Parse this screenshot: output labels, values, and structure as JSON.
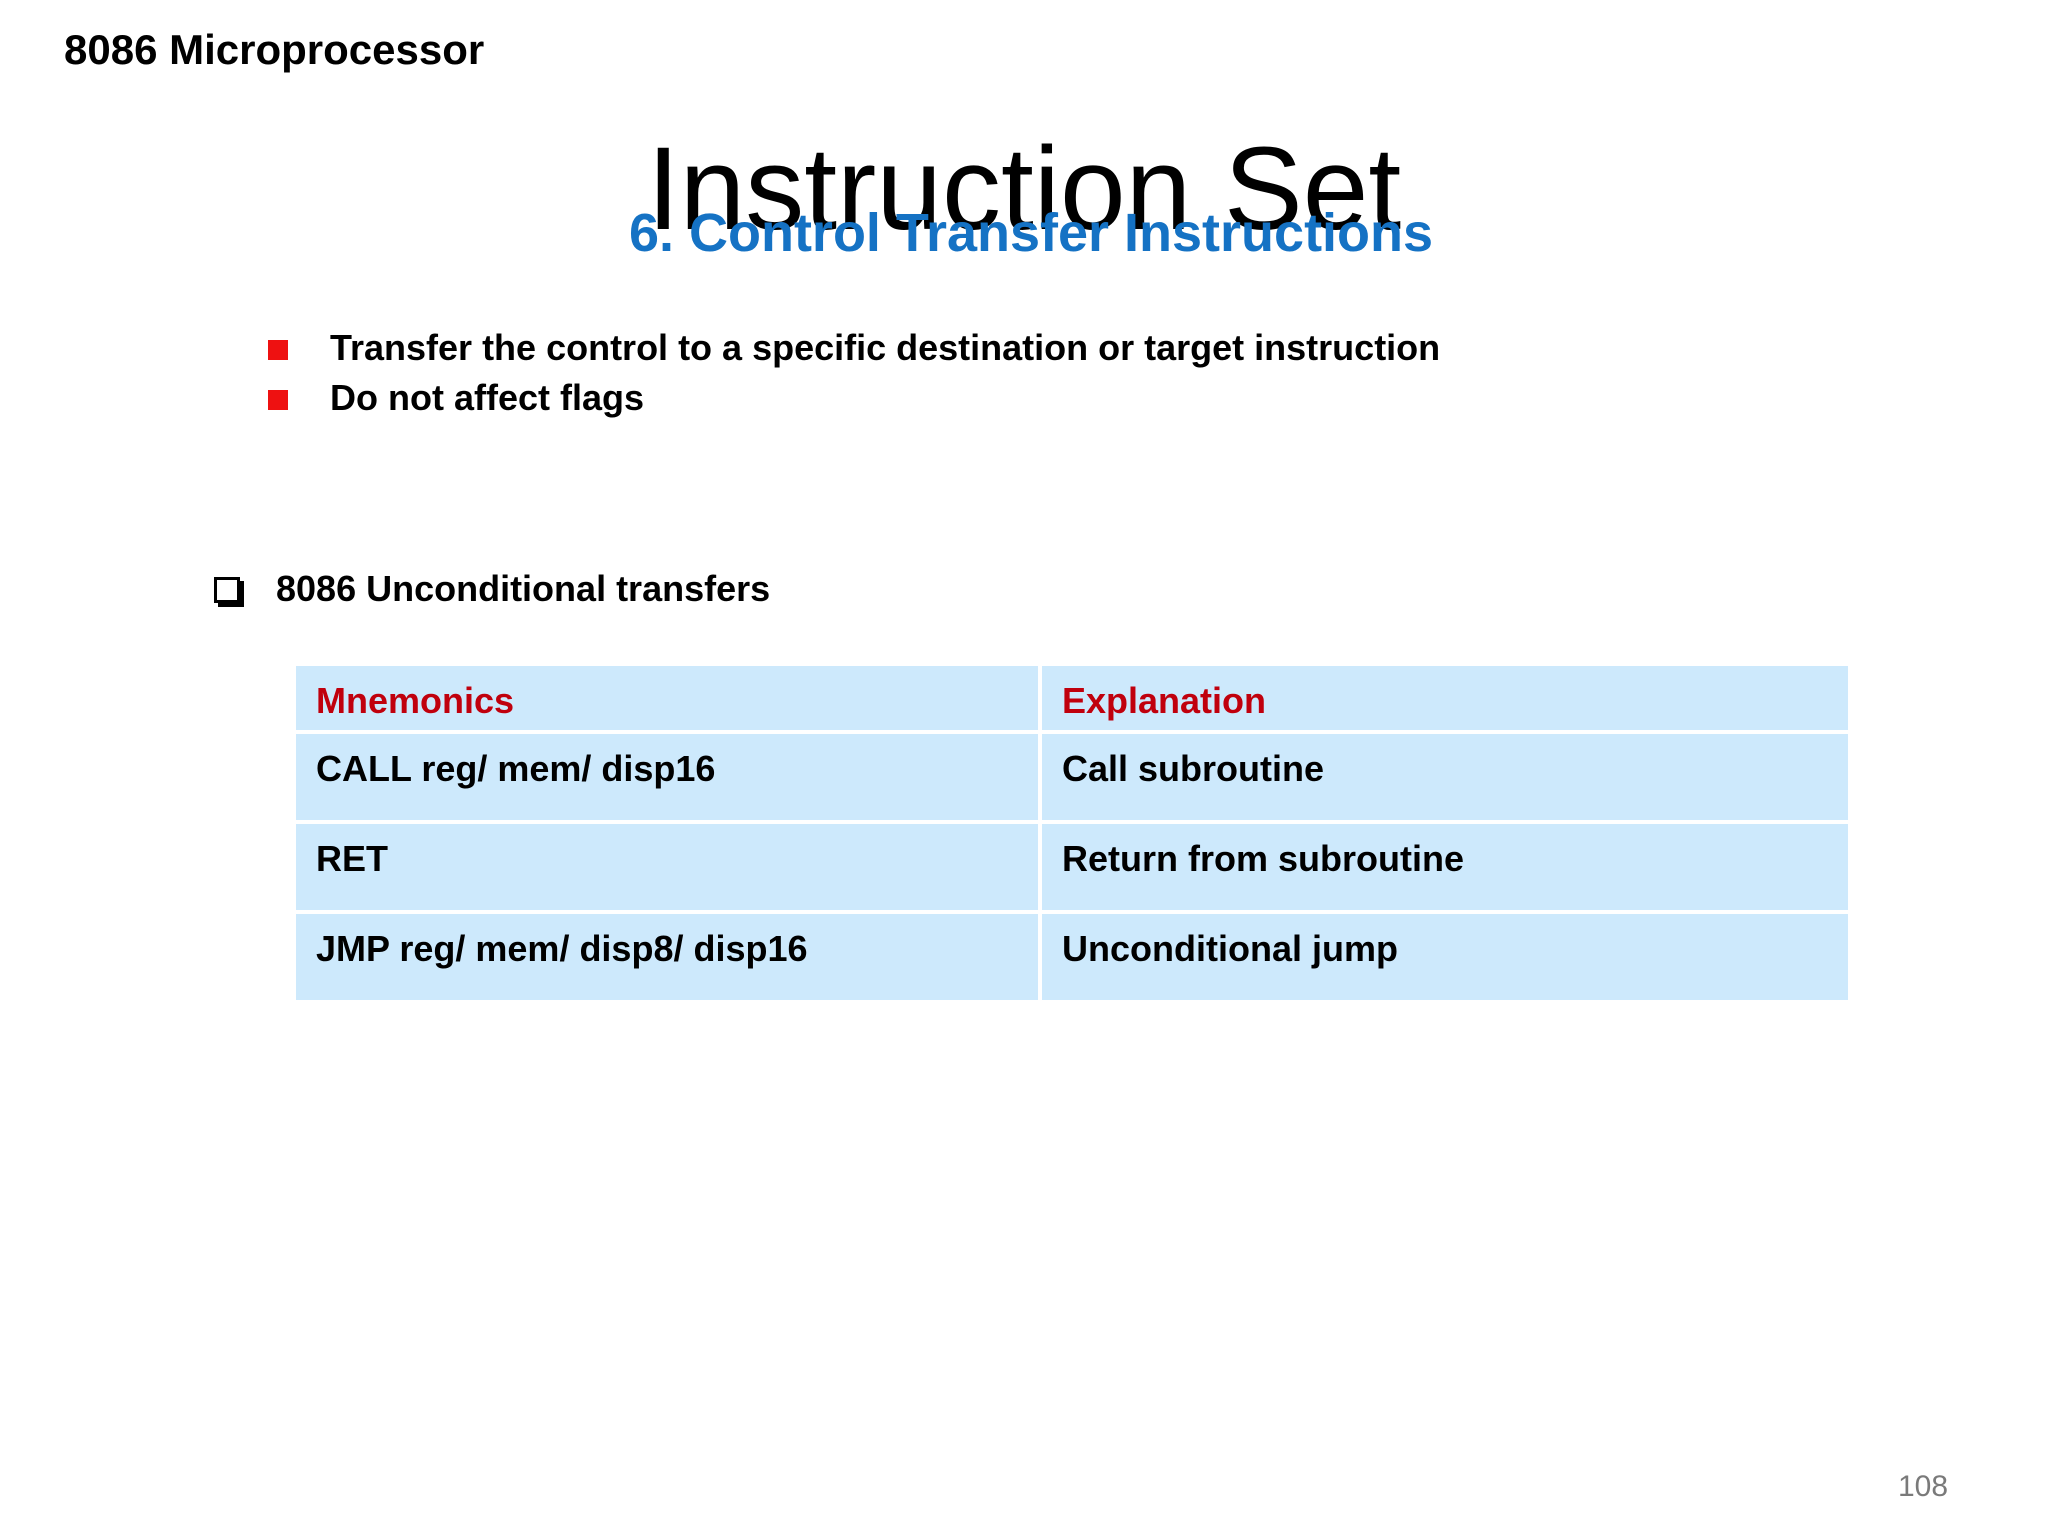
{
  "header": {
    "title": "8086 Microprocessor"
  },
  "slide": {
    "title": "Instruction Set",
    "subtitle": "6. Control Transfer Instructions",
    "bullets": [
      "Transfer the control to a specific destination or target instruction",
      "Do not affect flags"
    ],
    "bullet_color": "#ee1111",
    "subtitle_color": "#1572c4",
    "checkbox_item": "8086 Unconditional transfers"
  },
  "table": {
    "header_color": "#c0000d",
    "cell_bg": "#cde9fc",
    "columns": [
      "Mnemonics",
      "Explanation"
    ],
    "rows": [
      [
        "CALL reg/ mem/ disp16",
        "Call subroutine"
      ],
      [
        "RET",
        "Return from subroutine"
      ],
      [
        "JMP reg/ mem/ disp8/ disp16",
        "Unconditional jump"
      ]
    ]
  },
  "footer": {
    "page_number": "108"
  }
}
